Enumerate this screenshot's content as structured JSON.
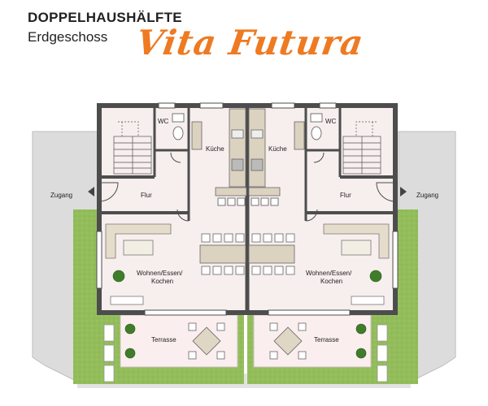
{
  "header": {
    "title": "DOPPELHAUSHÄLFTE",
    "subtitle": "Erdgeschoss",
    "brand": "Vita Futura"
  },
  "rooms": {
    "wc": "WC",
    "kitchen": "Küche",
    "hall": "Flur",
    "entrance": "Zugang",
    "living_line1": "Wohnen/Essen/",
    "living_line2": "Kochen",
    "terrace": "Terrasse"
  },
  "colors": {
    "brand": "#ee7a22",
    "wall": "#4d4d4d",
    "floor": "#f7eeee",
    "lawn": "#93bd5b",
    "paving": "#dcdcdc",
    "terrace": "#fbeeee"
  }
}
